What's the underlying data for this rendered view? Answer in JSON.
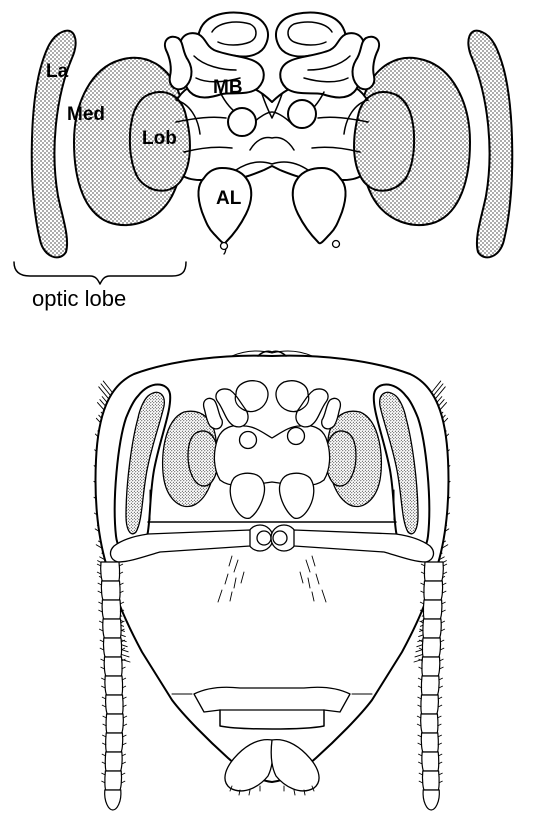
{
  "labels": {
    "la": "La",
    "med": "Med",
    "lob": "Lob",
    "mb": "MB",
    "al": "AL"
  },
  "caption": "optic lobe",
  "texture": "stippled-neuropil-pattern",
  "colors": {
    "ink": "#000000",
    "paper": "#ffffff",
    "stipple": "#000000"
  }
}
